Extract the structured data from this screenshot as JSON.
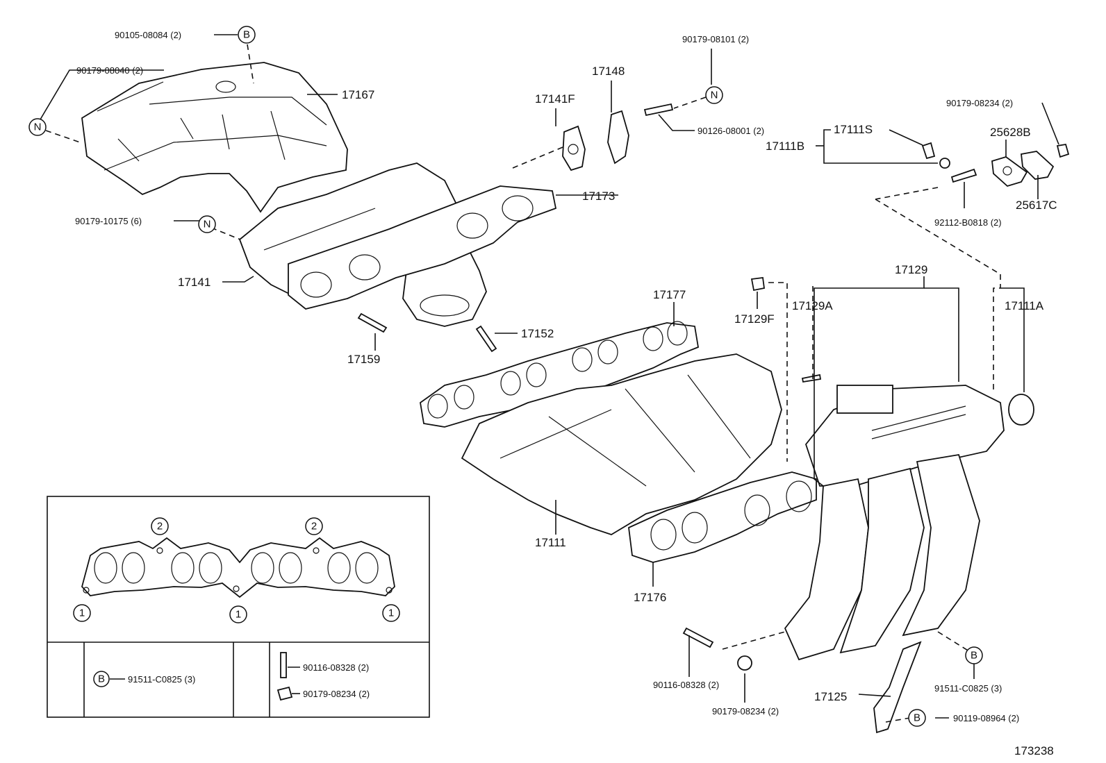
{
  "markers": {
    "N": "N",
    "B": "B",
    "one": "1",
    "two": "2"
  },
  "callouts": {
    "bolt_90105": "90105-08084 (2)",
    "nut_90179_08040": "90179-08040 (2)",
    "insulator_17167": "17167",
    "nut_90179_08101": "90179-08101 (2)",
    "plate_17148": "17148",
    "gasket_17141f": "17141F",
    "stud_90126": "90126-08001 (2)",
    "nut_90179_08234_top": "90179-08234 (2)",
    "plug_17111s": "17111S",
    "set_17111b": "17111B",
    "gasket_25628b": "25628B",
    "plate_25617c": "25617C",
    "stud_92112": "92112-B0818 (2)",
    "gasket_17173": "17173",
    "nut_90179_10175": "90179-10175 (6)",
    "manifold_17141": "17141",
    "stud_17159": "17159",
    "stud_17152": "17152",
    "gasket_17177": "17177",
    "bolt_17129f": "17129F",
    "pin_17129a": "17129A",
    "set_17129": "17129",
    "cap_17111a": "17111A",
    "manifold_17111": "17111",
    "gasket_17176": "17176",
    "stud_90116_bottom": "90116-08328 (2)",
    "nut_90179_08234_bottom": "90179-08234 (2)",
    "stay_17125": "17125",
    "bolt_91511_right": "91511-C0825 (3)",
    "bolt_90119": "90119-08964 (2)",
    "diagram_number": "173238"
  },
  "inset": {
    "bolt_91511": "91511-C0825 (3)",
    "stud_90116": "90116-08328 (2)",
    "nut_90179": "90179-08234 (2)"
  }
}
